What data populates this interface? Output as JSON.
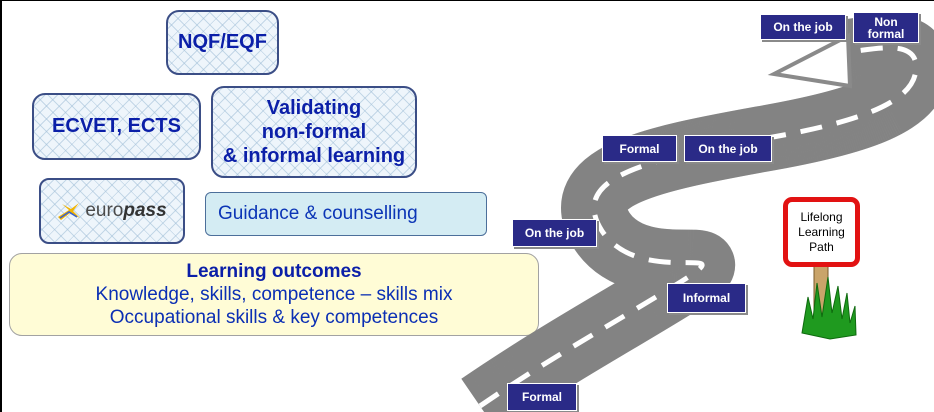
{
  "boxes": {
    "nqf": "NQF/EQF",
    "ecvet": "ECVET, ECTS",
    "validating": [
      "Validating",
      "non-formal",
      "& informal learning"
    ],
    "europass": {
      "prefix": "euro",
      "suffix": "pass"
    },
    "guidance": "Guidance & counselling",
    "outcomes": {
      "title": "Learning outcomes",
      "line1": "Knowledge, skills, competence – skills mix",
      "line2": "Occupational skills & key competences"
    }
  },
  "road_tags": {
    "on_the_job_top": "On the job",
    "non_formal": [
      "Non",
      "formal"
    ],
    "formal_mid": "Formal",
    "on_the_job_mid": "On the job",
    "on_the_job_left": "On the job",
    "informal": "Informal",
    "formal_bottom": "Formal"
  },
  "sign": [
    "Lifelong",
    "Learning",
    "Path"
  ],
  "colors": {
    "text_blue": "#0b1fa8",
    "tag_fill": "#2a2a87",
    "road": "#8c8c8c",
    "sign_border": "#e21212",
    "grass": "#1f9a1f"
  }
}
